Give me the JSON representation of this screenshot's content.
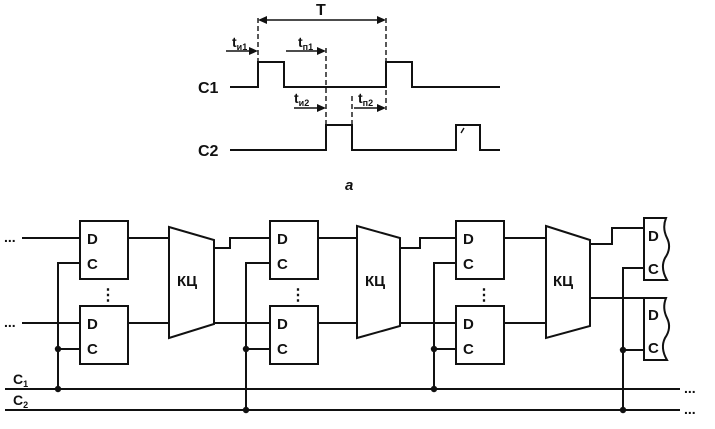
{
  "timing": {
    "signals": {
      "c1": "С1",
      "c2": "С2"
    },
    "intervals": {
      "period": "T",
      "t_i1": "t",
      "t_i1_sub": "и1",
      "t_p1": "t",
      "t_p1_sub": "п1",
      "t_i2": "t",
      "t_i2_sub": "и2",
      "t_p2": "t",
      "t_p2_sub": "п2"
    },
    "caption": "а"
  },
  "schematic": {
    "trigger_d": "D",
    "trigger_c": "C",
    "comb_logic": "КЦ",
    "continuation": "...",
    "vertical_ellipsis": "⋮",
    "clock_c1": "C",
    "clock_c1_sub": "1",
    "clock_c2": "C",
    "clock_c2_sub": "2"
  }
}
